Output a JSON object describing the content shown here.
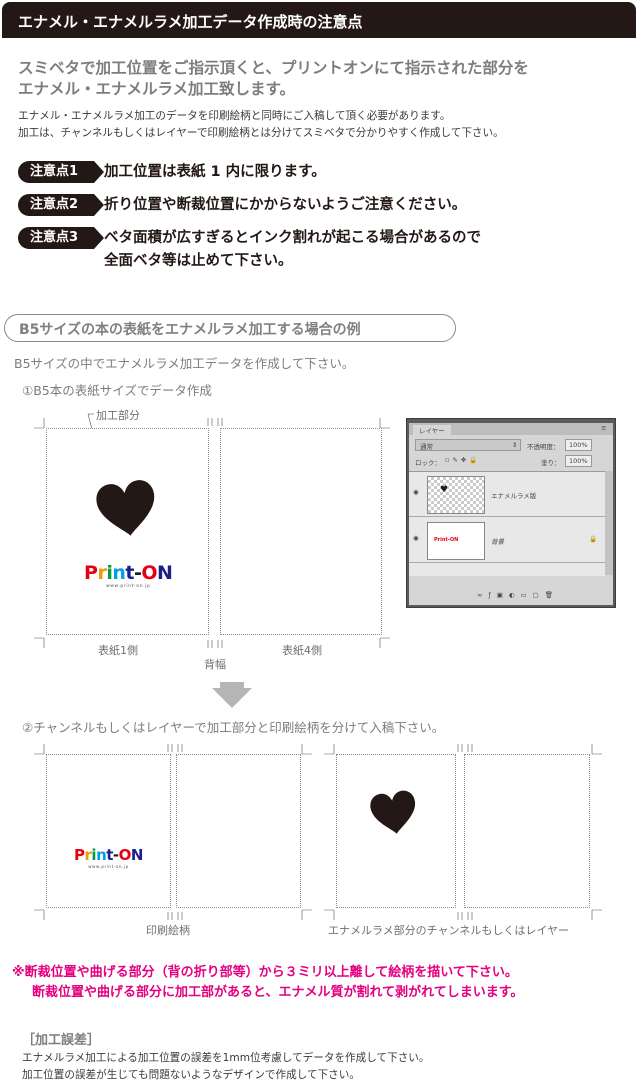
{
  "header": {
    "title": "エナメル・エナメルラメ加工データ作成時の注意点"
  },
  "lead": {
    "line1": "スミベタで加工位置をご指示頂くと、プリントオンにて指示された部分を",
    "line2": "エナメル・エナメルラメ加工致します。"
  },
  "intro": {
    "line1": "エナメル・エナメルラメ加工のデータを印刷絵柄と同時にご入稿して頂く必要があります。",
    "line2": "加工は、チャンネルもしくはレイヤーで印刷絵柄とは分けてスミベタで分かりやすく作成して下さい。"
  },
  "notes": [
    {
      "badge": "注意点1",
      "lines": [
        "加工位置は表紙 1 内に限ります。"
      ]
    },
    {
      "badge": "注意点2",
      "lines": [
        "折り位置や断裁位置にかからないようご注意ください。"
      ]
    },
    {
      "badge": "注意点3",
      "lines": [
        "ベタ面積が広すぎるとインク割れが起こる場合があるので",
        "全面ベタ等は止めて下さい。"
      ]
    }
  ],
  "section": {
    "heading": "B5サイズの本の表紙をエナメルラメ加工する場合の例",
    "subheading": "B5サイズの中でエナメルラメ加工データを作成して下さい。"
  },
  "step1": {
    "title": "①B5本の表紙サイズでデータ作成",
    "callout": "加工部分",
    "cover1": "表紙1側",
    "cover4": "表紙4側",
    "spine": "背幅"
  },
  "logo": {
    "text_print": "Print",
    "text_on": "ON",
    "url": "www.print-on.jp"
  },
  "photoshop": {
    "tab": "レイヤー",
    "blend_mode": "通常",
    "opacity_label": "不透明度：",
    "opacity_value": "100%",
    "lock_label": "ロック：",
    "fill_label": "塗り：",
    "fill_value": "100%",
    "layers": [
      {
        "name": "エナメルラメ版"
      },
      {
        "name": "背景"
      }
    ]
  },
  "step2": {
    "title": "②チャンネルもしくはレイヤーで加工部分と印刷絵柄を分けて入稿下さい。",
    "left_caption": "印刷絵柄",
    "right_caption": "エナメルラメ部分のチャンネルもしくはレイヤー"
  },
  "warning": {
    "line1": "※断裁位置や曲げる部分（背の折り部等）から３ミリ以上離して絵柄を描いて下さい。",
    "line2": "断裁位置や曲げる部分に加工部があると、エナメル質が割れて剥がれてしまいます。"
  },
  "error": {
    "heading": "［加工誤差］",
    "line1": "エナメルラメ加工による加工位置の誤差を1mm位考慮してデータを作成して下さい。",
    "line2": "加工位置の誤差が生じても問題ないようなデザインで作成して下さい。"
  },
  "colors": {
    "ink": "#231815",
    "warning_pink": "#e4007f",
    "gray_text": "#7d7d7d"
  }
}
